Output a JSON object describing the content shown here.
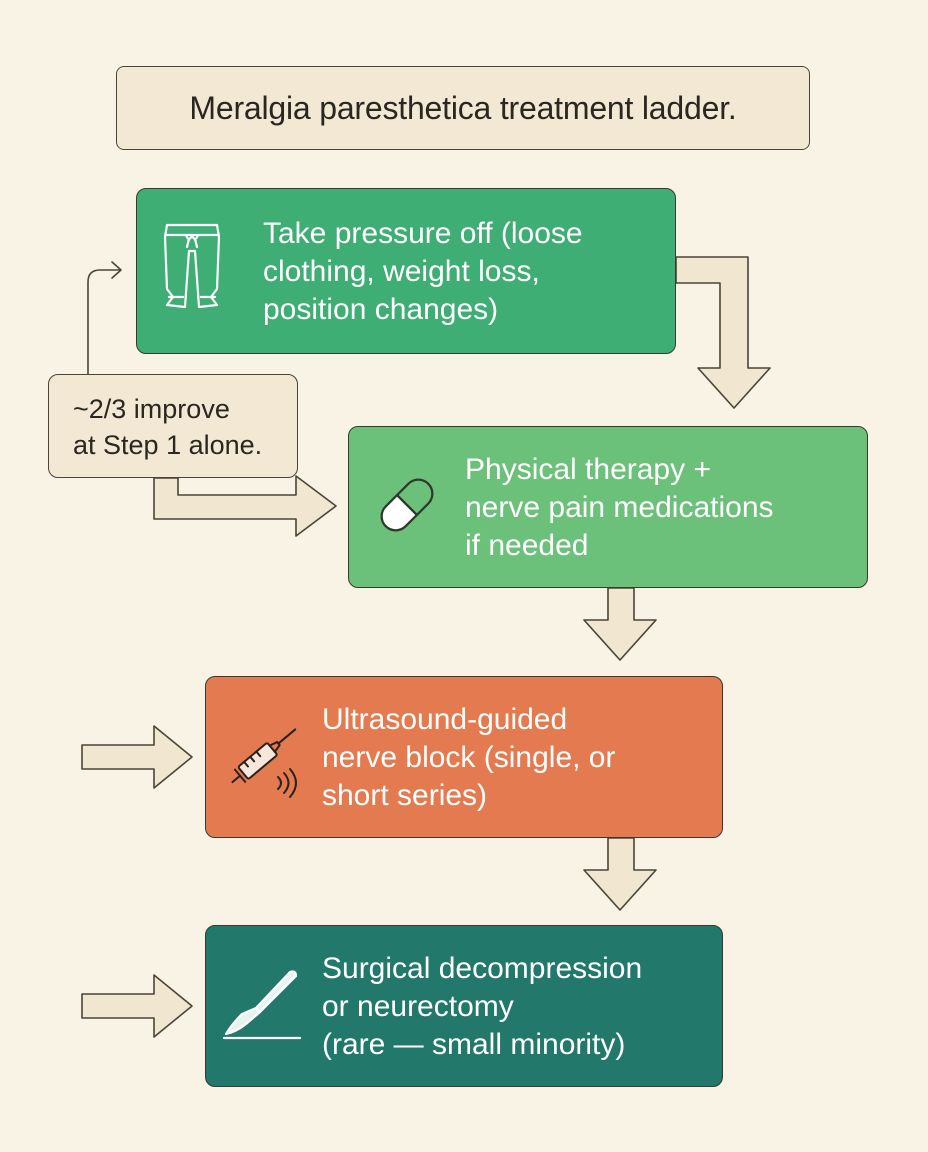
{
  "title": "Meralgia paresthetica treatment ladder.",
  "note": {
    "line1": "~2/3 improve",
    "line2": "at Step 1 alone."
  },
  "steps": [
    {
      "icon": "pants-icon",
      "color": "#3eae74",
      "lines": [
        "Take pressure off (loose",
        "clothing, weight loss,",
        "position changes)"
      ]
    },
    {
      "icon": "pill-capsule-icon",
      "color": "#6cc17a",
      "lines": [
        "Physical therapy +",
        "nerve pain medications",
        "if needed"
      ]
    },
    {
      "icon": "syringe-ultrasound-icon",
      "color": "#e47a50",
      "lines": [
        "Ultrasound-guided",
        "nerve block (single, or",
        "short series)"
      ]
    },
    {
      "icon": "scalpel-icon",
      "color": "#23786c",
      "lines": [
        "Surgical decompression",
        "or neurectomy",
        "(rare — small minority)"
      ]
    }
  ]
}
